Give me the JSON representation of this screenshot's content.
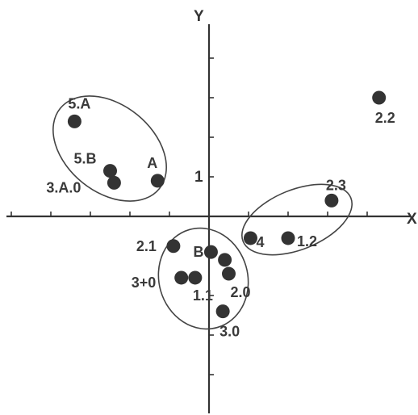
{
  "chart_data": {
    "type": "scatter",
    "title": "",
    "xlabel": "X",
    "ylabel": "Y",
    "y_tick_labels": [
      {
        "value": 1,
        "text": "1"
      }
    ],
    "xlim": [
      -5.1,
      5.1
    ],
    "ylim": [
      -5.0,
      4.9
    ],
    "grid": false,
    "points": [
      {
        "label": "2.2",
        "x": 4.3,
        "y": 3.0
      },
      {
        "label": "5.A",
        "x": -3.4,
        "y": 2.4
      },
      {
        "label": "5.B",
        "x": -2.5,
        "y": 1.15
      },
      {
        "label": "3.A.0",
        "x": -2.4,
        "y": 0.85
      },
      {
        "label": "A",
        "x": -1.3,
        "y": 0.9
      },
      {
        "label": "2.3",
        "x": 3.1,
        "y": 0.4
      },
      {
        "label": "4",
        "x": 1.05,
        "y": -0.55
      },
      {
        "label": "1.2",
        "x": 2.0,
        "y": -0.55
      },
      {
        "label": "2.1",
        "x": -0.9,
        "y": -0.75
      },
      {
        "label": "B",
        "x": 0.05,
        "y": -0.9
      },
      {
        "label": "",
        "x": 0.4,
        "y": -1.1
      },
      {
        "label": "2.0",
        "x": 0.5,
        "y": -1.45
      },
      {
        "label": "3+0",
        "x": -0.7,
        "y": -1.55
      },
      {
        "label": "1.1",
        "x": -0.35,
        "y": -1.55
      },
      {
        "label": "3.0",
        "x": 0.35,
        "y": -2.4
      }
    ],
    "clusters": [
      {
        "members": [
          "5.A",
          "5.B",
          "3.A.0",
          "A"
        ]
      },
      {
        "members": [
          "2.3",
          "4",
          "1.2"
        ]
      },
      {
        "members": [
          "2.1",
          "B",
          "2.0",
          "3+0",
          "1.1",
          "3.0"
        ]
      }
    ]
  }
}
